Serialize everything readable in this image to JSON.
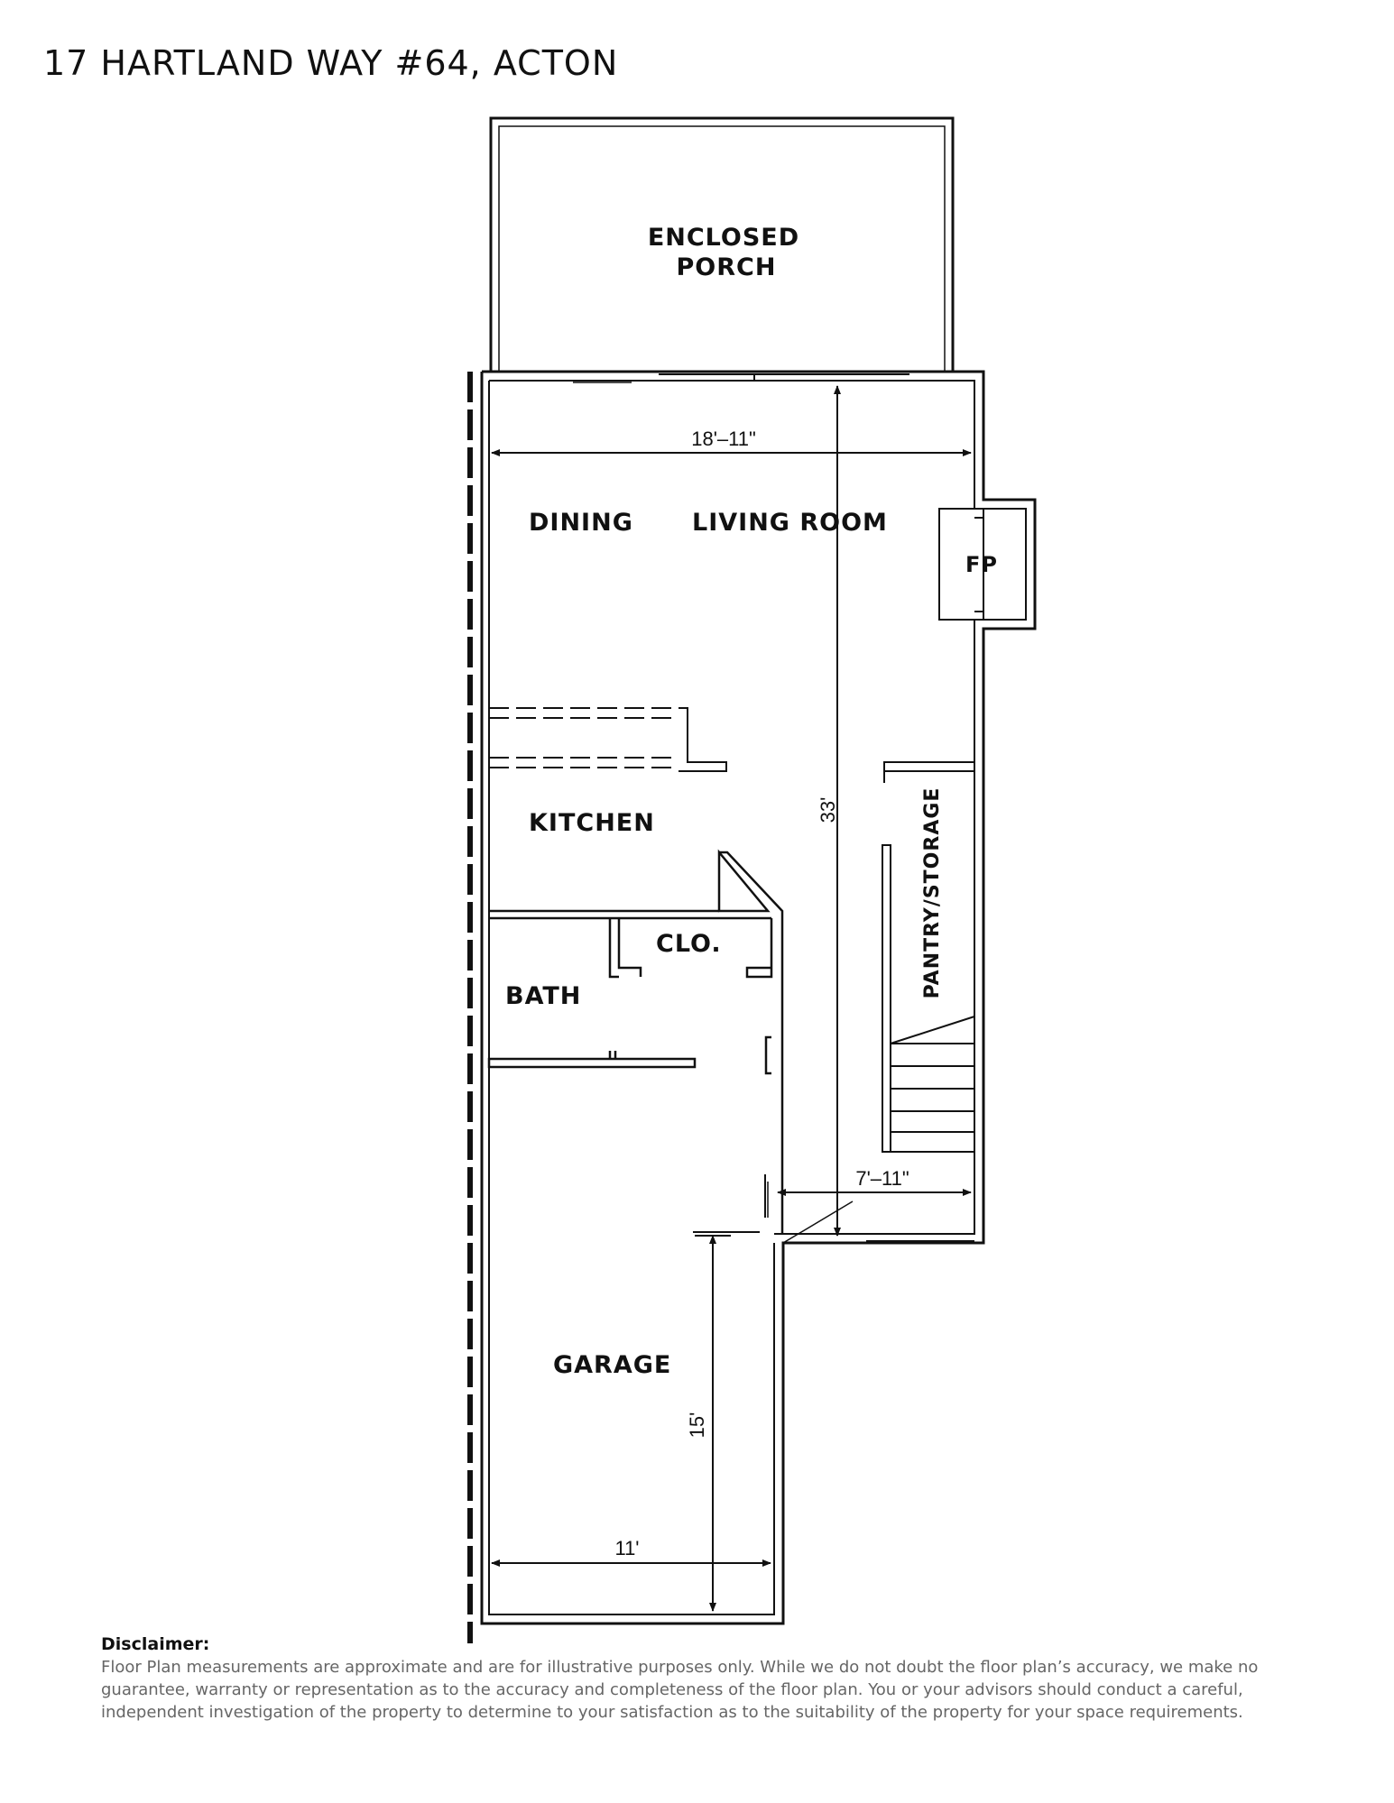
{
  "title": "17 HARTLAND WAY #64, ACTON",
  "rooms": {
    "porch_line1": "ENCLOSED",
    "porch_line2": "PORCH",
    "dining": "DINING",
    "living": "LIVING ROOM",
    "fireplace": "FP",
    "kitchen": "KITCHEN",
    "closet": "CLO.",
    "bath": "BATH",
    "pantry": "PANTRY/STORAGE",
    "garage": "GARAGE"
  },
  "dimensions": {
    "living_width": "18'–11\"",
    "overall_depth": "33'",
    "stair_width": "7'–11\"",
    "garage_depth": "15'",
    "garage_width": "11'"
  },
  "disclaimer": {
    "heading": "Disclaimer:",
    "body": "Floor Plan measurements are approximate and are for illustrative purposes only. While we do not doubt the floor plan’s accuracy, we make no guarantee, warranty or representation as to the accuracy and completeness of the floor plan. You or your advisors should conduct a careful, independent investigation of the property to determine to your satisfaction as to the suitability of the property for your space requirements."
  }
}
